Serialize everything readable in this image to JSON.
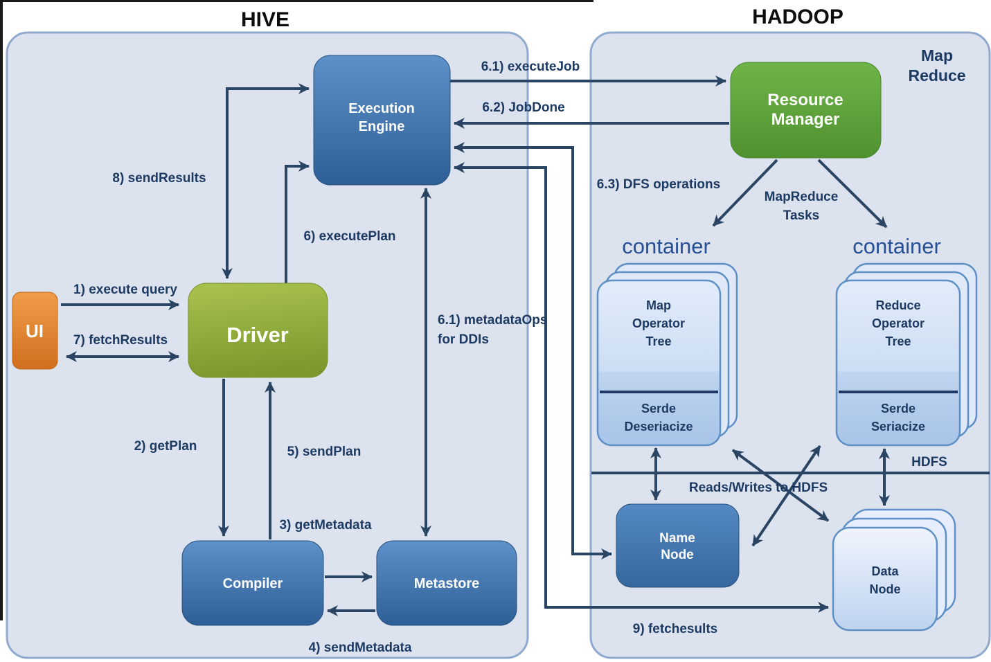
{
  "titles": {
    "hive": "HIVE",
    "hadoop": "HADOOP"
  },
  "hadoop_corner_label": {
    "line1": "Map",
    "line2": "Reduce"
  },
  "nodes": {
    "ui": {
      "label": "UI"
    },
    "driver": {
      "label": "Driver"
    },
    "execution_engine": {
      "line1": "Execution",
      "line2": "Engine"
    },
    "compiler": {
      "label": "Compiler"
    },
    "metastore": {
      "label": "Metastore"
    },
    "resource_manager": {
      "line1": "Resource",
      "line2": "Manager"
    },
    "name_node": {
      "line1": "Name",
      "line2": "Node"
    },
    "data_node": {
      "line1": "Data",
      "line2": "Node"
    },
    "container_left": {
      "title": "container",
      "top": {
        "line1": "Map",
        "line2": "Operator",
        "line3": "Tree"
      },
      "bottom": {
        "line1": "Serde",
        "line2": "Deseriacize"
      }
    },
    "container_right": {
      "title": "container",
      "top": {
        "line1": "Reduce",
        "line2": "Operator",
        "line3": "Tree"
      },
      "bottom": {
        "line1": "Serde",
        "line2": "Seriacize"
      }
    }
  },
  "edges": {
    "execute_query": "1) execute query",
    "get_plan": "2) getPlan",
    "get_metadata": "3) getMetadata",
    "send_metadata": "4) sendMetadata",
    "send_plan": "5) sendPlan",
    "execute_plan": "6) executePlan",
    "execute_job": "6.1) executeJob",
    "job_done": "6.2) JobDone",
    "dfs_operations": "6.3) DFS operations",
    "metadata_ops_line1": "6.1)  metadataOps",
    "metadata_ops_line2": "for DDIs",
    "fetch_results": "7) fetchResults",
    "send_results": "8) sendResults",
    "fetch_esults": "9) fetchesults",
    "mapreduce_tasks_line1": "MapReduce",
    "mapreduce_tasks_line2": "Tasks",
    "reads_writes": "Reads/Writes to HDFS",
    "hdfs": "HDFS"
  },
  "colors": {
    "panel_fill": "#dce3ee",
    "panel_border": "#8fa9cf",
    "arrow": "#2a4563",
    "label_text": "#1d3a63",
    "container_label": "#274f96",
    "blue_box_top": "#5e91c9",
    "blue_box_bottom": "#2e5e96",
    "driver_top": "#aac34f",
    "driver_bottom": "#7d992e",
    "resource_manager_top": "#6fb447",
    "resource_manager_bottom": "#4f9130",
    "ui_top": "#f09c4a",
    "ui_bottom": "#d06f1e"
  }
}
